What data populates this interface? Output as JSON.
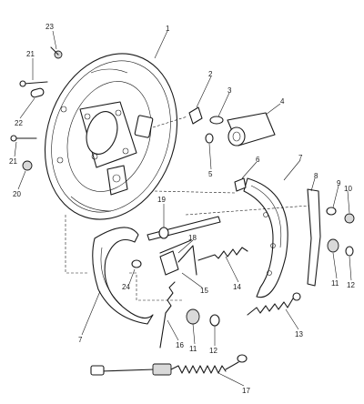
{
  "callouts": [
    {
      "id": "c1",
      "label": "1"
    },
    {
      "id": "c2",
      "label": "2"
    },
    {
      "id": "c3",
      "label": "3"
    },
    {
      "id": "c4",
      "label": "4"
    },
    {
      "id": "c5",
      "label": "5"
    },
    {
      "id": "c6",
      "label": "6"
    },
    {
      "id": "c7a",
      "label": "7"
    },
    {
      "id": "c7b",
      "label": "7"
    },
    {
      "id": "c8",
      "label": "8"
    },
    {
      "id": "c9",
      "label": "9"
    },
    {
      "id": "c10",
      "label": "10"
    },
    {
      "id": "c11a",
      "label": "11"
    },
    {
      "id": "c11b",
      "label": "11"
    },
    {
      "id": "c12a",
      "label": "12"
    },
    {
      "id": "c12b",
      "label": "12"
    },
    {
      "id": "c13",
      "label": "13"
    },
    {
      "id": "c14",
      "label": "14"
    },
    {
      "id": "c15",
      "label": "15"
    },
    {
      "id": "c16",
      "label": "16"
    },
    {
      "id": "c17",
      "label": "17"
    },
    {
      "id": "c18",
      "label": "18"
    },
    {
      "id": "c19",
      "label": "19"
    },
    {
      "id": "c20",
      "label": "20"
    },
    {
      "id": "c21a",
      "label": "21"
    },
    {
      "id": "c21b",
      "label": "21"
    },
    {
      "id": "c22",
      "label": "22"
    },
    {
      "id": "c23",
      "label": "23"
    },
    {
      "id": "c24",
      "label": "24"
    }
  ]
}
